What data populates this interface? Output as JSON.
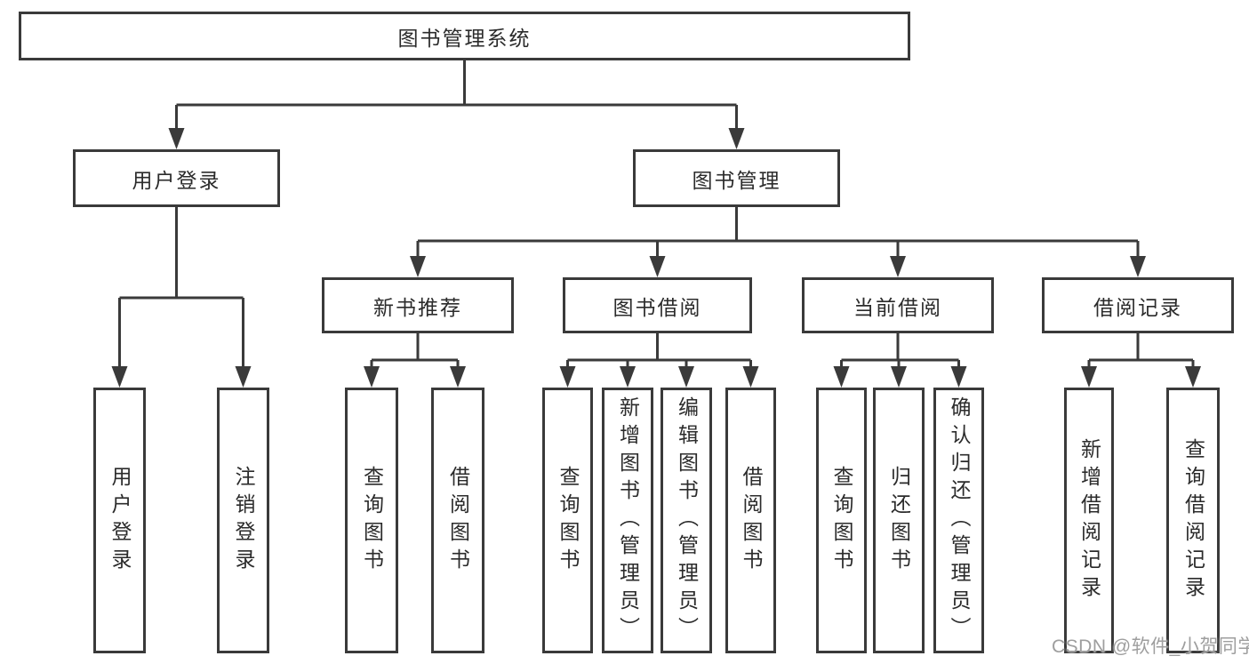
{
  "tree": {
    "root": {
      "label": "图书管理系统"
    },
    "branches": [
      {
        "label": "用户登录",
        "children": [
          {
            "label": "用户登录"
          },
          {
            "label": "注销登录"
          }
        ]
      },
      {
        "label": "图书管理",
        "children": [
          {
            "label": "新书推荐",
            "children": [
              {
                "label": "查询图书"
              },
              {
                "label": "借阅图书"
              }
            ]
          },
          {
            "label": "图书借阅",
            "children": [
              {
                "label": "查询图书"
              },
              {
                "label": "新增图书（管理员）"
              },
              {
                "label": "编辑图书（管理员）"
              },
              {
                "label": "借阅图书"
              }
            ]
          },
          {
            "label": "当前借阅",
            "children": [
              {
                "label": "查询图书"
              },
              {
                "label": "归还图书"
              },
              {
                "label": "确认归还（管理员）"
              }
            ]
          },
          {
            "label": "借阅记录",
            "children": [
              {
                "label": "新增借阅记录"
              },
              {
                "label": "查询借阅记录"
              }
            ]
          }
        ]
      }
    ]
  },
  "watermark": "CSDN @软件_小贺同学",
  "colors": {
    "line": "#3a3a3a",
    "text": "#2b2b2b",
    "box_bg": "#ffffff",
    "watermark": "#9e9e9e",
    "background": "#ffffff"
  }
}
